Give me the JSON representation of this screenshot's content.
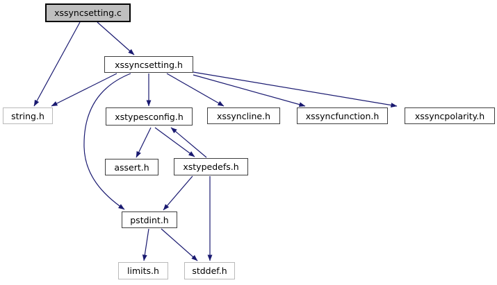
{
  "diagram": {
    "type": "include-dependency-graph",
    "colors": {
      "edge_color": "#191970",
      "border_dark": "#3e3e3e",
      "border_light": "#b9b9b9",
      "current_fill": "#bfbfbf",
      "node_fill": "#ffffff",
      "page_bg": "#ffffff"
    },
    "nodes": {
      "xssyncsetting_c": {
        "label": "xssyncsetting.c",
        "kind": "current-file"
      },
      "xssyncsetting_h": {
        "label": "xssyncsetting.h",
        "kind": "project-header"
      },
      "string_h": {
        "label": "string.h",
        "kind": "system-header"
      },
      "xstypesconfig_h": {
        "label": "xstypesconfig.h",
        "kind": "project-header"
      },
      "xssyncline_h": {
        "label": "xssyncline.h",
        "kind": "project-header"
      },
      "xssyncfunction_h": {
        "label": "xssyncfunction.h",
        "kind": "project-header"
      },
      "xssyncpolarity_h": {
        "label": "xssyncpolarity.h",
        "kind": "project-header"
      },
      "assert_h": {
        "label": "assert.h",
        "kind": "project-header"
      },
      "xstypedefs_h": {
        "label": "xstypedefs.h",
        "kind": "project-header"
      },
      "pstdint_h": {
        "label": "pstdint.h",
        "kind": "project-header"
      },
      "limits_h": {
        "label": "limits.h",
        "kind": "system-header"
      },
      "stddef_h": {
        "label": "stddef.h",
        "kind": "system-header"
      }
    },
    "edges": [
      {
        "from": "xssyncsetting.c",
        "to": "string.h"
      },
      {
        "from": "xssyncsetting.c",
        "to": "xssyncsetting.h"
      },
      {
        "from": "xssyncsetting.h",
        "to": "string.h"
      },
      {
        "from": "xssyncsetting.h",
        "to": "xstypesconfig.h"
      },
      {
        "from": "xssyncsetting.h",
        "to": "xssyncline.h"
      },
      {
        "from": "xssyncsetting.h",
        "to": "xssyncfunction.h"
      },
      {
        "from": "xssyncsetting.h",
        "to": "xssyncpolarity.h"
      },
      {
        "from": "xssyncsetting.h",
        "to": "pstdint.h"
      },
      {
        "from": "xstypesconfig.h",
        "to": "assert.h"
      },
      {
        "from": "xstypesconfig.h",
        "to": "xstypedefs.h"
      },
      {
        "from": "xstypedefs.h",
        "to": "xstypesconfig.h"
      },
      {
        "from": "xstypedefs.h",
        "to": "pstdint.h"
      },
      {
        "from": "xstypedefs.h",
        "to": "stddef.h"
      },
      {
        "from": "pstdint.h",
        "to": "limits.h"
      },
      {
        "from": "pstdint.h",
        "to": "stddef.h"
      }
    ]
  }
}
